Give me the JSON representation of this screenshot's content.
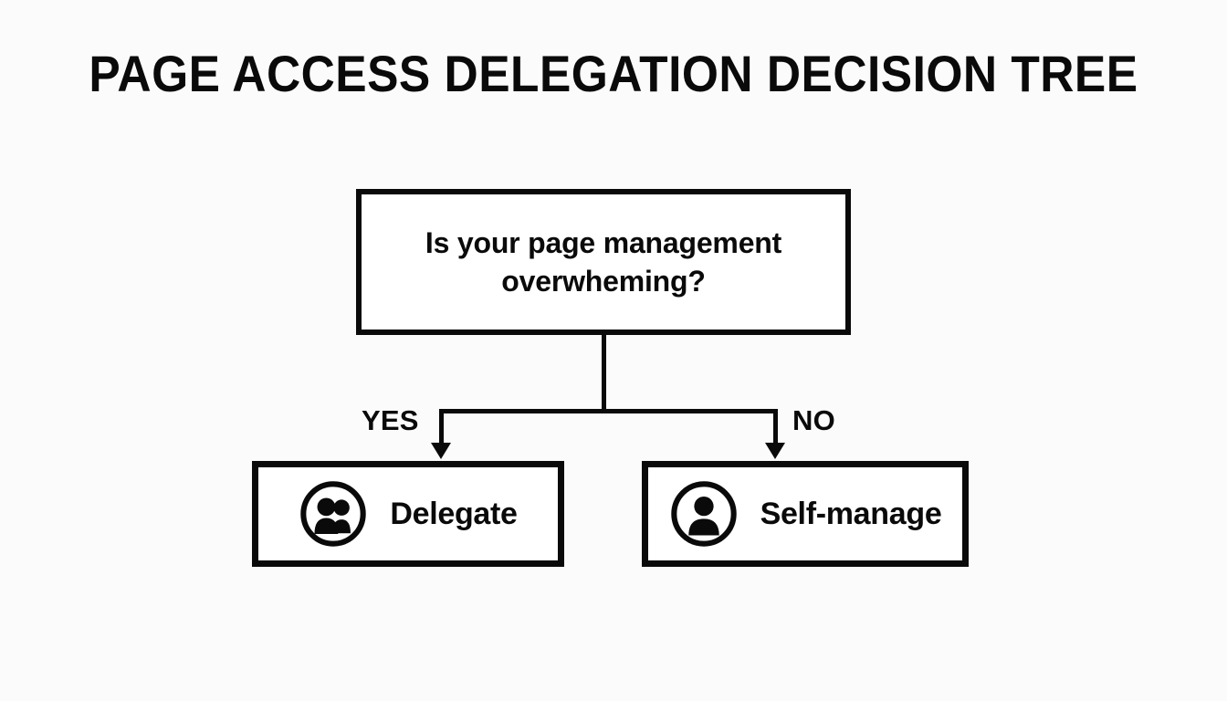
{
  "page": {
    "title": "PAGE ACCESS DELEGATION DECISION TREE",
    "background_color": "#fbfbfb",
    "ink_color": "#0a0a0a"
  },
  "diagram": {
    "type": "decision-tree",
    "decision": {
      "id": "q1",
      "text": "Is your page management overwheming?",
      "shape": "rectangle"
    },
    "branches": [
      {
        "id": "branch-yes",
        "label": "YES",
        "side": "left",
        "target": "delegate"
      },
      {
        "id": "branch-no",
        "label": "NO",
        "side": "right",
        "target": "self-manage"
      }
    ],
    "outcomes": [
      {
        "id": "delegate",
        "label": "Delegate",
        "icon": "users-circle-icon"
      },
      {
        "id": "self-manage",
        "label": "Self-manage",
        "icon": "user-circle-icon"
      }
    ]
  }
}
